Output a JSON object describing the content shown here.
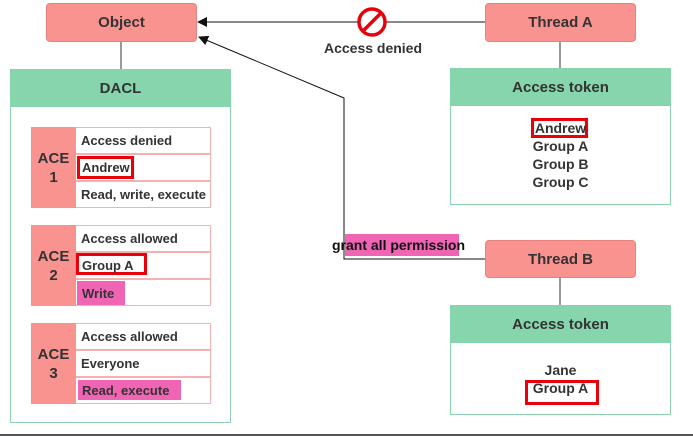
{
  "object": {
    "label": "Object"
  },
  "dacl": {
    "title": "DACL",
    "aces": [
      {
        "label_line1": "ACE",
        "label_line2": "1",
        "type": "Access denied",
        "principal": "Andrew",
        "rights": "Read, write, execute"
      },
      {
        "label_line1": "ACE",
        "label_line2": "2",
        "type": "Access allowed",
        "principal": "Group A",
        "rights": "Write"
      },
      {
        "label_line1": "ACE",
        "label_line2": "3",
        "type": "Access allowed",
        "principal": "Everyone",
        "rights": "Read, execute"
      }
    ]
  },
  "thread_a": {
    "label": "Thread A",
    "token_title": "Access token",
    "members": [
      "Andrew",
      "Group A",
      "Group B",
      "Group C"
    ]
  },
  "thread_b": {
    "label": "Thread B",
    "token_title": "Access token",
    "members": [
      "Jane",
      "Group A"
    ]
  },
  "edges": {
    "access_denied_label": "Access denied",
    "grant_label": "grant all permission"
  },
  "colors": {
    "pink": "#f99390",
    "green": "#86d5ad",
    "highlight_red": "#e8000b",
    "highlight_magenta": "#f064b4"
  },
  "icons": {
    "denied": "no-entry-icon"
  }
}
